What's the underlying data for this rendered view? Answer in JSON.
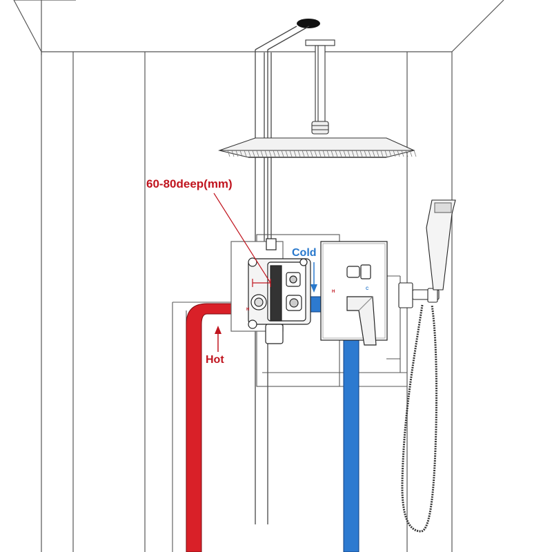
{
  "labels": {
    "depth": "60-80deep(mm)",
    "cold": "Cold",
    "hot": "Hot",
    "valve_h": "H",
    "plate_h": "H",
    "plate_c": "C"
  },
  "colors": {
    "hot_pipe": "#d92028",
    "cold_pipe": "#2d7ad0",
    "hot_text": "#c0141e",
    "cold_text": "#2878cc",
    "line": "#2b2b2b",
    "wall_line": "#555555"
  }
}
